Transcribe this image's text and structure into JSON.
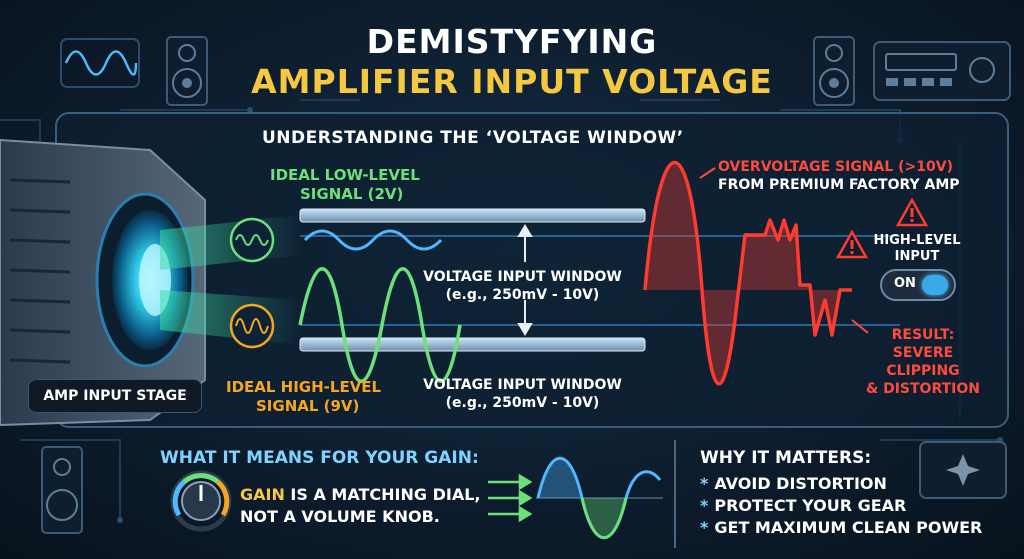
{
  "title": {
    "line1": "DEMISTYFYING",
    "line2": "AMPLIFIER INPUT VOLTAGE"
  },
  "subtitle": "UNDERSTANDING THE ‘VOLTAGE WINDOW’",
  "signals": {
    "low_level": {
      "line1": "IDEAL LOW-LEVEL",
      "line2": "SIGNAL (2V)"
    },
    "high_level": {
      "line1": "IDEAL HIGH-LEVEL",
      "line2": "SIGNAL (9V)"
    },
    "overvoltage": {
      "line1": "OVERVOLTAGE SIGNAL (>10V)",
      "line2": "FROM PREMIUM FACTORY AMP"
    }
  },
  "voltage_window": {
    "upper": {
      "line1": "VOLTAGE INPUT WINDOW",
      "line2": "(e.g., 250mV - 10V)"
    },
    "lower": {
      "line1": "VOLTAGE INPUT WINDOW",
      "line2": "(e.g., 250mV - 10V)"
    }
  },
  "amp_input_stage": "AMP INPUT STAGE",
  "high_level_input": {
    "line1": "HIGH-LEVEL",
    "line2": "INPUT",
    "toggle_label": "ON",
    "toggle_on": true
  },
  "result": {
    "line1": "RESULT:",
    "line2": "SEVERE CLIPPING",
    "line3": "& DISTORTION"
  },
  "gain_section": {
    "heading": "WHAT IT MEANS FOR YOUR GAIN:",
    "keyword": "GAIN",
    "line1_rest": " IS A MATCHING DIAL,",
    "line2": "NOT A VOLUME KNOB."
  },
  "why_section": {
    "heading": "WHY IT MATTERS:",
    "bullets": [
      "AVOID DISTORTION",
      "PROTECT YOUR GEAR",
      "GET MAXIMUM CLEAN POWER"
    ]
  },
  "colors": {
    "green": "#6ee07a",
    "blue": "#4fb8ff",
    "red": "#ff3b30",
    "orange": "#f5a623",
    "gold": "#f5c842"
  },
  "icons": [
    "speaker-icon",
    "sine-wave-icon",
    "car-stereo-icon",
    "warning-icon",
    "knob-icon",
    "arrow-icon"
  ]
}
